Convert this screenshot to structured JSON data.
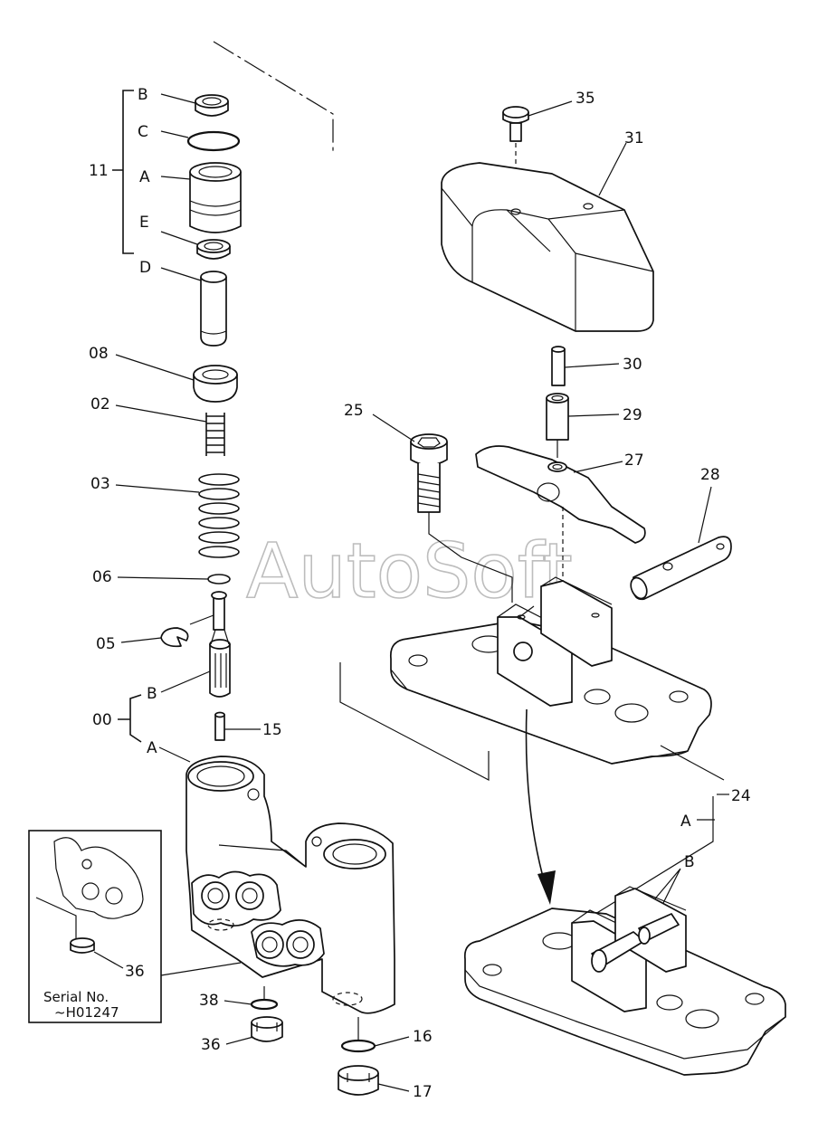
{
  "watermark": "AutoSoft",
  "inset": {
    "part": "36",
    "serial_line1": "Serial No.",
    "serial_line2": "~H01247"
  },
  "callouts": {
    "B_top": "B",
    "C": "C",
    "assy11": "11",
    "A_top": "A",
    "E": "E",
    "D": "D",
    "p08": "08",
    "p02": "02",
    "p03": "03",
    "p06": "06",
    "p05": "05",
    "B_00": "B",
    "assy00": "00",
    "A_00": "A",
    "p15": "15",
    "p36": "36",
    "p38": "38",
    "p16": "16",
    "p17": "17",
    "p35": "35",
    "p31": "31",
    "p30": "30",
    "p29": "29",
    "p25": "25",
    "p27": "27",
    "p28": "28",
    "p24": "24",
    "A_base": "A",
    "B_base": "B"
  }
}
